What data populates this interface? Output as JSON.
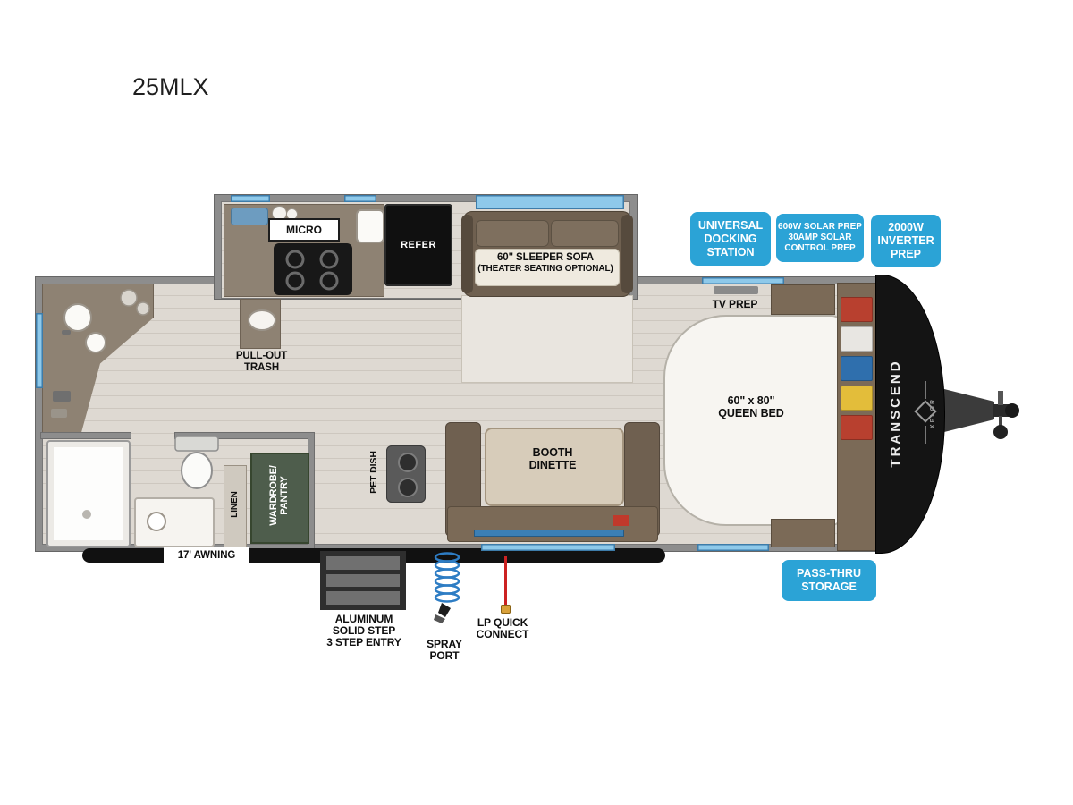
{
  "title": "25MLX",
  "brand": {
    "name": "TRANSCEND",
    "sub": "XPLOR"
  },
  "callouts": {
    "docking": [
      "UNIVERSAL",
      "DOCKING",
      "STATION"
    ],
    "solar": [
      "600W SOLAR PREP",
      "30AMP SOLAR",
      "CONTROL PREP"
    ],
    "inverter": [
      "2000W",
      "INVERTER",
      "PREP"
    ],
    "passthru": [
      "PASS-THRU",
      "STORAGE"
    ]
  },
  "features": {
    "micro": "MICRO",
    "refer": "REFER",
    "sofa": [
      "60\" SLEEPER SOFA",
      "(THEATER SEATING OPTIONAL)"
    ],
    "tv_prep": "TV PREP",
    "trash": [
      "PULL-OUT",
      "TRASH"
    ],
    "bed": [
      "60\" x 80\"",
      "QUEEN BED"
    ],
    "dinette": [
      "BOOTH",
      "DINETTE"
    ],
    "pet_dish": "PET DISH",
    "wardrobe": [
      "WARDROBE/",
      "PANTRY"
    ],
    "linen": "LINEN",
    "awning": "17' AWNING",
    "entry_step": [
      "ALUMINUM",
      "SOLID STEP",
      "3 STEP ENTRY"
    ],
    "spray_port": [
      "SPRAY",
      "PORT"
    ],
    "lp_connect": [
      "LP QUICK",
      "CONNECT"
    ]
  },
  "colors": {
    "callout_blue": "#2ba3d6",
    "wall_gray": "#8d8d8d",
    "floor": "#ddd8d1",
    "counter_taupe": "#8e8273",
    "sofa_brown": "#6f6050",
    "cabinet_brown": "#7b6a57",
    "window_blue": "#8ec9ea",
    "cap_black": "#141414"
  }
}
